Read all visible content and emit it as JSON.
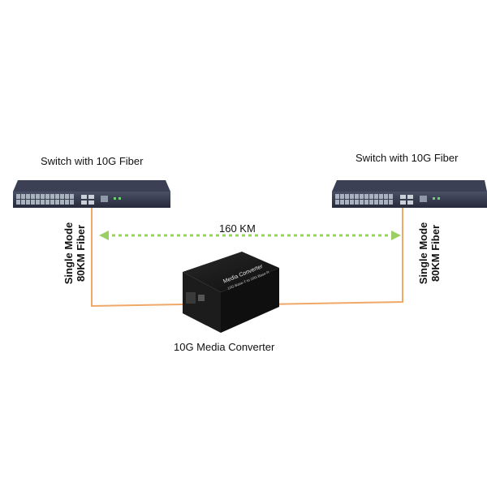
{
  "switches": {
    "left": {
      "label": "Switch with 10G Fiber"
    },
    "right": {
      "label": "Switch with 10G Fiber"
    }
  },
  "fiber_labels": {
    "left": {
      "line1": "Single Mode",
      "line2": "80KM Fiber"
    },
    "right": {
      "line1": "Single Mode",
      "line2": "80KM Fiber"
    }
  },
  "distance": {
    "label": "160 KM"
  },
  "converter": {
    "label": "10G Media Converter",
    "front_text": "Media Converter",
    "sub_text": "10G Base-T to 10G Base-R"
  },
  "colors": {
    "switch_body": "#2e3347",
    "port": "#a9b3bf",
    "fiber": "#f0a868",
    "distance_arrow": "#9bcf63",
    "converter_body": "#141414"
  }
}
